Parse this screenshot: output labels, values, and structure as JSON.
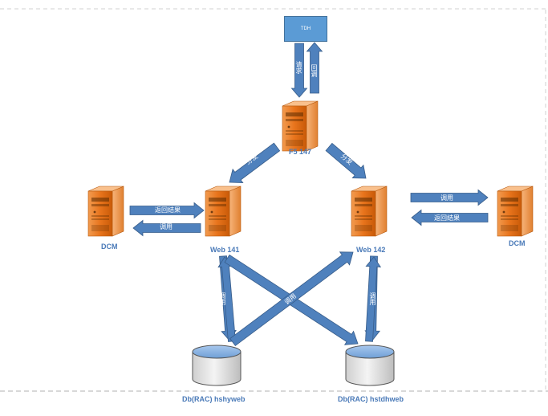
{
  "top_box": {
    "label": "TDH"
  },
  "nodes": {
    "f5": "F5 147",
    "web141": "Web 141",
    "web142": "Web 142",
    "dcm_left": "DCM",
    "dcm_right": "DCM",
    "db_left": "Db(RAC) hshyweb",
    "db_right": "Db(RAC) hstdhweb"
  },
  "arrows": {
    "tdh_down": "请求",
    "tdh_up": "回调",
    "f5_to_141": "分发",
    "f5_to_142": "分发",
    "dcm_left_return": "返回结果",
    "dcm_left_call": "调用",
    "dcm_right_call": "调用",
    "dcm_right_return": "返回结果",
    "web141_db": "调用",
    "web142_db": "调用",
    "cross": "调用"
  },
  "colors": {
    "arrow": "#4f81bd",
    "arrow_edge": "#385d8a",
    "server_orange": "#e46c0a",
    "server_light": "#f7a35c",
    "db_body": "#e0e0e0",
    "db_top": "#8db3e2",
    "label": "#4a7ab8"
  }
}
